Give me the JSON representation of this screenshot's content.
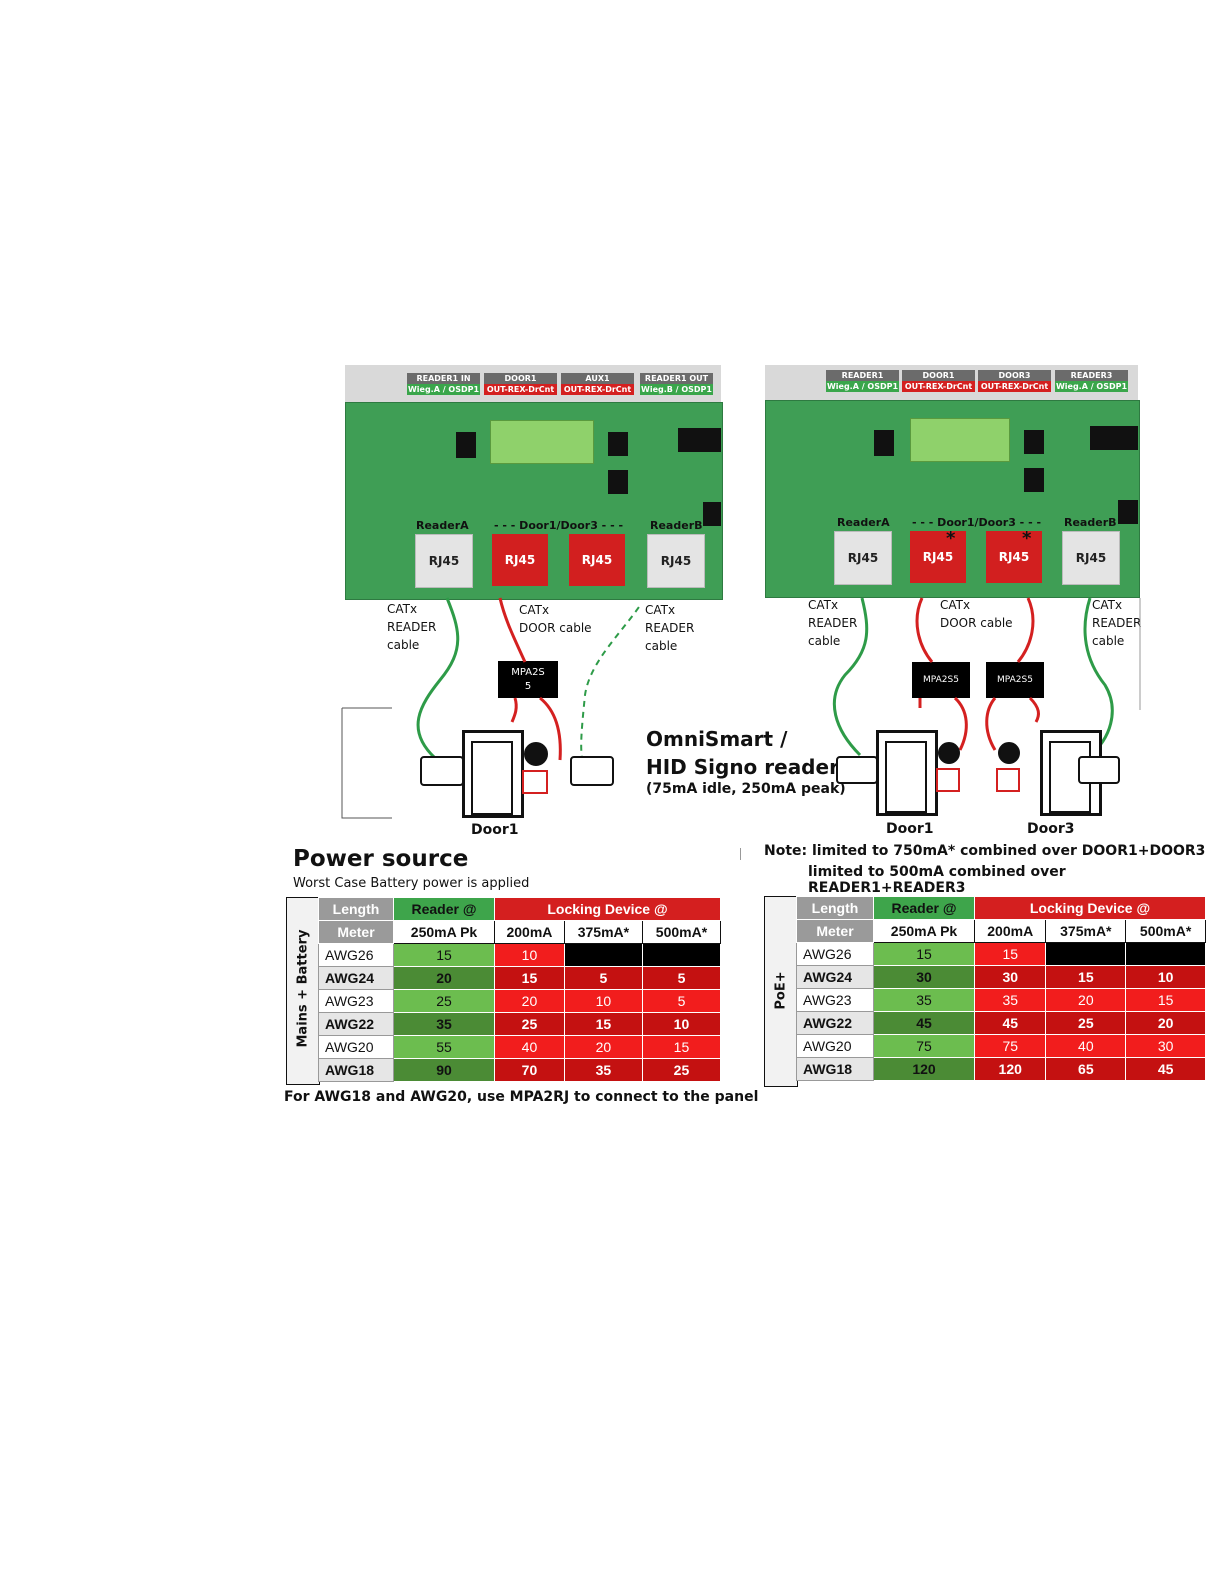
{
  "left_diagram": {
    "headers": [
      {
        "title": "READER1 IN",
        "sub": "Wieg.A / OSDP1",
        "color": "g"
      },
      {
        "title": "DOOR1",
        "sub": "OUT-REX-DrCnt",
        "color": "r"
      },
      {
        "title": "AUX1",
        "sub": "OUT-REX-DrCnt",
        "color": "r"
      },
      {
        "title": "READER1 OUT",
        "sub": "Wieg.B / OSDP1",
        "color": "g"
      }
    ],
    "port_labels": {
      "reader_a": "ReaderA",
      "door_group": "- - - Door1/Door3 - - -",
      "reader_b": "ReaderB"
    },
    "rj45": "RJ45",
    "cables": {
      "reader_a": [
        "CATx",
        "READER",
        "cable"
      ],
      "door": [
        "CATx",
        "DOOR cable"
      ],
      "reader_b": [
        "CATx",
        "READER",
        "cable"
      ]
    },
    "mpa": [
      "MPA2S",
      "5"
    ],
    "door_label": "Door1"
  },
  "right_diagram": {
    "headers": [
      {
        "title": "READER1",
        "sub": "Wieg.A / OSDP1",
        "color": "g"
      },
      {
        "title": "DOOR1",
        "sub": "OUT-REX-DrCnt",
        "color": "r"
      },
      {
        "title": "DOOR3",
        "sub": "OUT-REX-DrCnt",
        "color": "r"
      },
      {
        "title": "READER3",
        "sub": "Wieg.A / OSDP1",
        "color": "g"
      }
    ],
    "port_labels": {
      "reader_a": "ReaderA",
      "door_group": "- - - Door1/Door3 - - -",
      "reader_b": "ReaderB"
    },
    "rj45": "RJ45",
    "star": "*",
    "cables": {
      "reader_a": [
        "CATx",
        "READER",
        "cable"
      ],
      "door": [
        "CATx",
        "DOOR cable"
      ],
      "reader_b": [
        "CATx",
        "READER",
        "cable"
      ]
    },
    "mpa": [
      "MPA2S5",
      "MPA2S5"
    ],
    "door_labels": [
      "Door1",
      "Door3"
    ]
  },
  "reader_note": {
    "line1": "OmniSmart /",
    "line2": "HID Signo reader",
    "line3": "(75mA idle, 250mA peak)"
  },
  "power_source": {
    "title": "Power source",
    "subtitle": "Worst Case Battery power is applied"
  },
  "right_note": {
    "line1": "Note: limited to 750mA* combined over DOOR1+DOOR3",
    "line2": "limited to 500mA combined over READER1+READER3"
  },
  "tables": {
    "header": {
      "length": "Length",
      "meter": "Meter",
      "reader": "Reader @",
      "reader_sub": "250mA Pk",
      "locking": "Locking Device @",
      "lock_subs": [
        "200mA",
        "375mA*",
        "500mA*"
      ]
    },
    "mains": {
      "side_label": "Mains + Battery",
      "rows": [
        {
          "awg": "AWG26",
          "reader": "15",
          "l200": "10",
          "l375": "",
          "l500": ""
        },
        {
          "awg": "AWG24",
          "reader": "20",
          "l200": "15",
          "l375": "5",
          "l500": "5"
        },
        {
          "awg": "AWG23",
          "reader": "25",
          "l200": "20",
          "l375": "10",
          "l500": "5"
        },
        {
          "awg": "AWG22",
          "reader": "35",
          "l200": "25",
          "l375": "15",
          "l500": "10"
        },
        {
          "awg": "AWG20",
          "reader": "55",
          "l200": "40",
          "l375": "20",
          "l500": "15"
        },
        {
          "awg": "AWG18",
          "reader": "90",
          "l200": "70",
          "l375": "35",
          "l500": "25"
        }
      ]
    },
    "poe": {
      "side_label": "PoE+",
      "rows": [
        {
          "awg": "AWG26",
          "reader": "15",
          "l200": "15",
          "l375": "",
          "l500": ""
        },
        {
          "awg": "AWG24",
          "reader": "30",
          "l200": "30",
          "l375": "15",
          "l500": "10"
        },
        {
          "awg": "AWG23",
          "reader": "35",
          "l200": "35",
          "l375": "20",
          "l500": "15"
        },
        {
          "awg": "AWG22",
          "reader": "45",
          "l200": "45",
          "l375": "25",
          "l500": "20"
        },
        {
          "awg": "AWG20",
          "reader": "75",
          "l200": "75",
          "l375": "40",
          "l500": "30"
        },
        {
          "awg": "AWG18",
          "reader": "120",
          "l200": "120",
          "l375": "65",
          "l500": "45"
        }
      ]
    }
  },
  "footer_note": "For AWG18 and AWG20, use MPA2RJ to connect to the panel",
  "colors": {
    "board": "#3f9e55",
    "red": "#d21f1f",
    "green_cable": "#2e9b48",
    "red_cable": "#d42020"
  }
}
